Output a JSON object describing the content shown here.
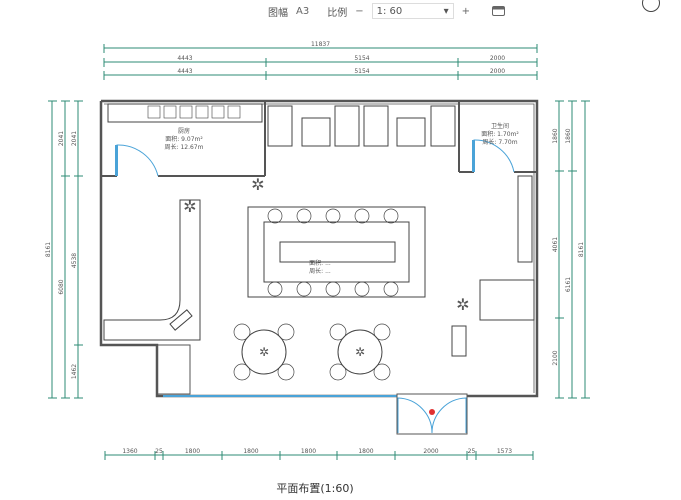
{
  "toolbar": {
    "paper_label": "图幅",
    "paper_value": "A3",
    "scale_label": "比例",
    "scale_value": "1: 60",
    "minus": "−",
    "plus": "+",
    "dropdown": "▾"
  },
  "plan": {
    "title": "平面布置(1:60)",
    "dims_top": {
      "total": "11837",
      "row1": [
        "4443",
        "5154",
        "2000"
      ],
      "row2": [
        "4443",
        "5154",
        "2000"
      ]
    },
    "dims_left": {
      "total": "8161",
      "col1": [
        "2041",
        "6080"
      ],
      "col2": [
        "2041",
        "4538",
        "1462"
      ]
    },
    "dims_right": {
      "col1": [
        "1860",
        "4061",
        "2100"
      ],
      "col2": [
        "1860",
        "6161"
      ],
      "total": "8161"
    },
    "dims_bottom": [
      "1360",
      "25",
      "1800",
      "1800",
      "1800",
      "1800",
      "2000",
      "25",
      "1573"
    ],
    "rooms": [
      {
        "name": "厨房",
        "area": "面积: 9.07m²",
        "perimeter": "周长: 12.67m"
      },
      {
        "name": "卫生间",
        "area": "面积: 1.70m²",
        "perimeter": "周长: 7.70m"
      },
      {
        "name": "",
        "area": "面积: ...",
        "perimeter": "周长: ..."
      }
    ],
    "colors": {
      "dim": "#2e8b74",
      "wall": "#555555",
      "door": "#4aa3d8",
      "text": "#2e8b74"
    }
  }
}
